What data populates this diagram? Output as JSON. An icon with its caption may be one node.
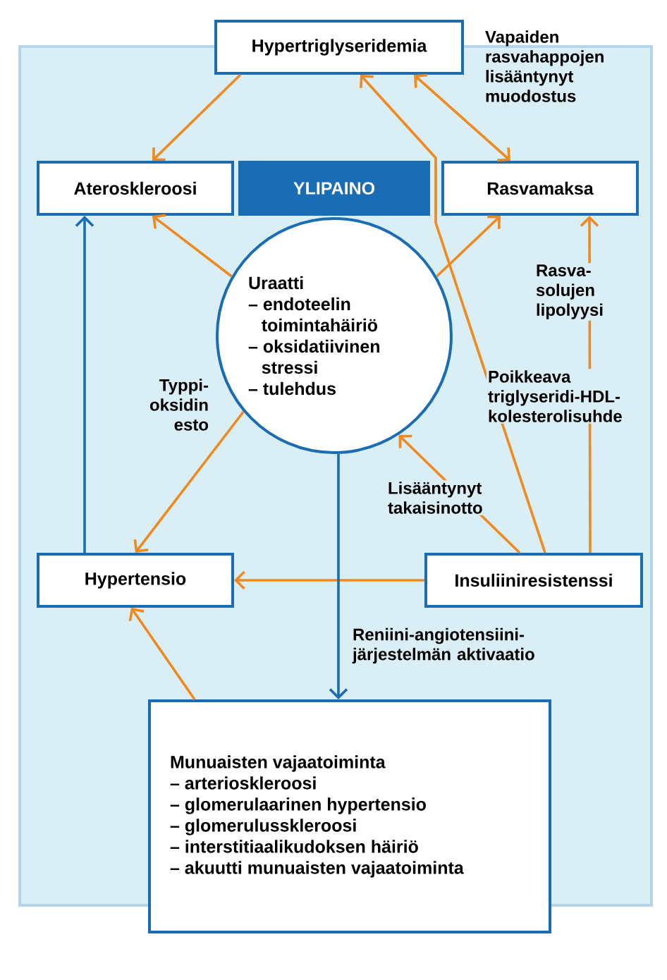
{
  "diagram": {
    "nodes": [
      {
        "text": [
          "Hypertriglyseridemia"
        ]
      },
      {
        "text": [
          "Ateroskleroosi"
        ]
      },
      {
        "text": [
          "YLIPAINO"
        ]
      },
      {
        "text": [
          "Rasvamaksa"
        ]
      },
      {
        "text": [
          "Uraatti",
          "– endoteelin toimintahäiriö",
          "– oksidatiivinen stressi",
          "– tulehdus"
        ]
      },
      {
        "text": [
          "Hypertensio"
        ]
      },
      {
        "text": [
          "Insuliiniresistenssi"
        ]
      },
      {
        "text": [
          "Munuaisten vajaatoiminta",
          "– arterioskleroosi",
          "– glomerulaarinen hypertensio",
          "– glomerulusskleroosi",
          "– interstitiaalikudoksen häiriö",
          "– akuutti munuaisten vajaatoiminta"
        ]
      }
    ],
    "edges": [
      {
        "from": 0,
        "to": 1,
        "arrow": "to"
      },
      {
        "from": 0,
        "to": 3,
        "arrow": "both",
        "label": "Vapaiden rasvahappojen lisääntynyt muodostus"
      },
      {
        "from": 6,
        "to": 0,
        "arrow": "to",
        "label": "Poikkeava triglyseridi-HDL-kolesterolisuhde"
      },
      {
        "from": 4,
        "to": 1,
        "arrow": "to"
      },
      {
        "from": 4,
        "to": 3,
        "arrow": "to"
      },
      {
        "from": 6,
        "to": 3,
        "arrow": "to",
        "label": "Rasva-solujen lipolyysi"
      },
      {
        "from": 6,
        "to": 4,
        "arrow": "to",
        "label": "Lisääntynyt takaisinotto"
      },
      {
        "from": 6,
        "to": 5,
        "arrow": "to"
      },
      {
        "from": 4,
        "to": 5,
        "arrow": "to",
        "label": "Typpi-oksidin esto"
      },
      {
        "from": 5,
        "to": 1,
        "arrow": "to",
        "color": "#1a6db3"
      },
      {
        "from": 4,
        "to": 7,
        "arrow": "to",
        "color": "#1a6db3",
        "label": "Reniini-angiotensiini-järjestelmän aktivaatio"
      },
      {
        "from": 7,
        "to": 5,
        "arrow": "to"
      }
    ]
  }
}
